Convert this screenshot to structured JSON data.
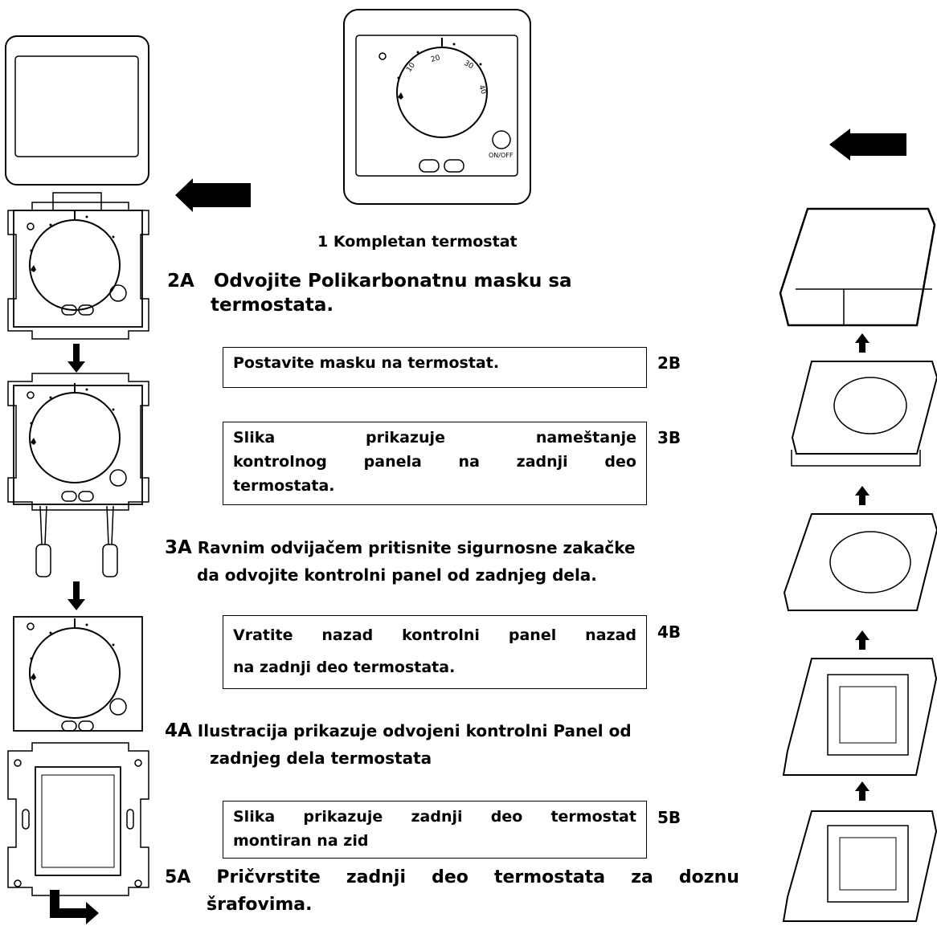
{
  "caption_complete": "1 Kompletan termostat",
  "step_2a": {
    "label": "2A",
    "text_line1": "Odvojite Polikarbonatnu masku sa",
    "text_line2": "termostata."
  },
  "step_2b": {
    "label": "2B",
    "text": "Postavite masku na termostat."
  },
  "step_3b": {
    "label": "3B",
    "line1_words": [
      "Slika",
      "prikazuje",
      "nameštanje"
    ],
    "line2_words": [
      "kontrolnog",
      "panela",
      "na",
      "zadnji",
      "deo"
    ],
    "line3": "termostata."
  },
  "step_3a": {
    "label": "3A",
    "text_line1": "Ravnim odvijačem pritisnite sigurnosne zakačke",
    "text_line2": "da odvojite kontrolni panel od zadnjeg dela."
  },
  "step_4b": {
    "label": "4B",
    "line1_words": [
      "Vratite",
      "nazad",
      "kontrolni",
      "panel",
      "nazad"
    ],
    "line2": "na zadnji deo termostata."
  },
  "step_4a": {
    "label": "4A",
    "text_line1": "Ilustracija prikazuje odvojeni kontrolni Panel od",
    "text_line2": "zadnjeg dela termostata"
  },
  "step_5b": {
    "label": "5B",
    "line1_words": [
      "Slika",
      "prikazuje",
      "zadnji",
      "deo",
      "termostat"
    ],
    "line2": "montiran na zid"
  },
  "step_5a": {
    "label": "5A",
    "line1_words": [
      "Pričvrstite",
      "zadnji",
      "deo",
      "termostata",
      "za",
      "doznu"
    ],
    "line2": "šrafovima."
  },
  "dial": {
    "ticks": [
      "10",
      "20",
      "30",
      "40"
    ],
    "button_label": "ON/OFF"
  }
}
